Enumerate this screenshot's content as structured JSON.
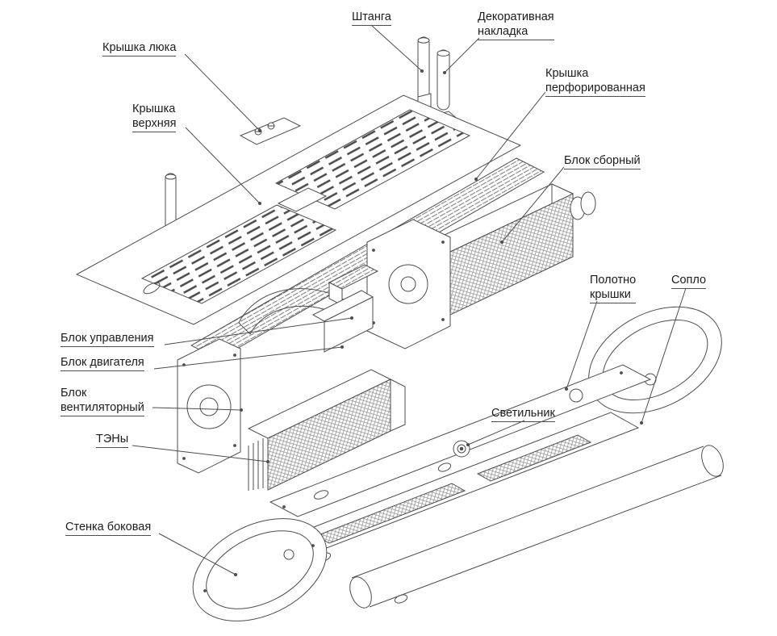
{
  "colors": {
    "line": "#4d4d4d",
    "text": "#1c1c1c",
    "background": "#ffffff"
  },
  "diagram_type": "exploded-view-line-drawing",
  "labels": [
    {
      "id": "shtanga",
      "text": "Штанга"
    },
    {
      "id": "dekorativnaya-nakladka",
      "text": "Декоративная\nнакладка"
    },
    {
      "id": "kryshka-lyuka",
      "text": "Крышка люка"
    },
    {
      "id": "kryshka-perforirovannaya",
      "text": "Крышка\nперфорированная"
    },
    {
      "id": "kryshka-verkhnyaya",
      "text": "Крышка\nверхняя"
    },
    {
      "id": "blok-sborny",
      "text": "Блок сборный"
    },
    {
      "id": "polotno-kryshki",
      "text": "Полотно\nкрышки"
    },
    {
      "id": "soplo",
      "text": "Сопло"
    },
    {
      "id": "blok-upravleniya",
      "text": "Блок управления"
    },
    {
      "id": "blok-dvigatelya",
      "text": "Блок двигателя"
    },
    {
      "id": "blok-ventilyatorny",
      "text": "Блок\nвентиляторный"
    },
    {
      "id": "teny",
      "text": "ТЭНы"
    },
    {
      "id": "svetilnik",
      "text": "Светильник"
    },
    {
      "id": "stenka-bokovaya",
      "text": "Стенка боковая"
    }
  ]
}
